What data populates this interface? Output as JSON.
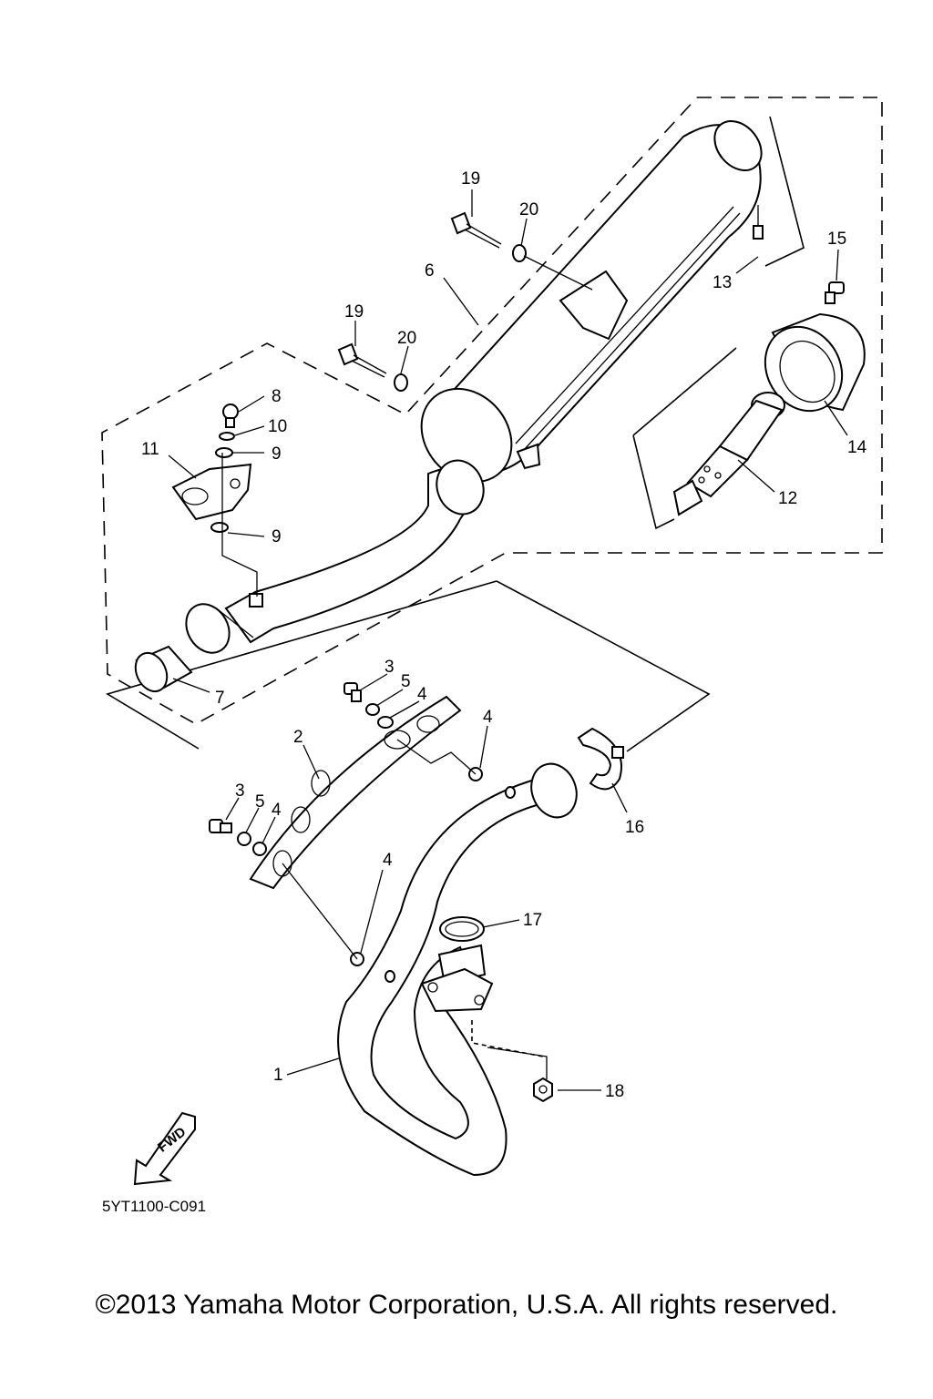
{
  "diagram": {
    "callouts": [
      {
        "id": "c19a",
        "text": "19"
      },
      {
        "id": "c20a",
        "text": "20"
      },
      {
        "id": "c6",
        "text": "6"
      },
      {
        "id": "c13",
        "text": "13"
      },
      {
        "id": "c15",
        "text": "15"
      },
      {
        "id": "c19b",
        "text": "19"
      },
      {
        "id": "c20b",
        "text": "20"
      },
      {
        "id": "c8",
        "text": "8"
      },
      {
        "id": "c10",
        "text": "10"
      },
      {
        "id": "c9a",
        "text": "9"
      },
      {
        "id": "c11",
        "text": "11"
      },
      {
        "id": "c9b",
        "text": "9"
      },
      {
        "id": "c14",
        "text": "14"
      },
      {
        "id": "c12",
        "text": "12"
      },
      {
        "id": "c7",
        "text": "7"
      },
      {
        "id": "c3a",
        "text": "3"
      },
      {
        "id": "c5a",
        "text": "5"
      },
      {
        "id": "c4a",
        "text": "4"
      },
      {
        "id": "c4b",
        "text": "4"
      },
      {
        "id": "c2",
        "text": "2"
      },
      {
        "id": "c3b",
        "text": "3"
      },
      {
        "id": "c5b",
        "text": "5"
      },
      {
        "id": "c4c",
        "text": "4"
      },
      {
        "id": "c16",
        "text": "16"
      },
      {
        "id": "c4d",
        "text": "4"
      },
      {
        "id": "c17",
        "text": "17"
      },
      {
        "id": "c1",
        "text": "1"
      },
      {
        "id": "c18",
        "text": "18"
      }
    ],
    "fwd_label": "FWD",
    "diagram_code": "5YT1100-C091"
  },
  "footer": {
    "copyright": "©2013 Yamaha Motor Corporation, U.S.A. All rights reserved."
  }
}
